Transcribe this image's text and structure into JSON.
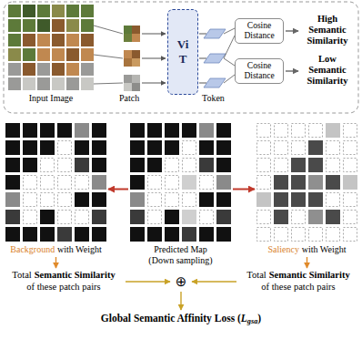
{
  "diagram": {
    "nodes": [
      {
        "text": [
          "Input Image"
        ]
      },
      {
        "text": [
          "ViT"
        ]
      },
      {
        "text": [
          "Cosine Distance"
        ]
      },
      {
        "text": [
          "High Semantic Similarity"
        ]
      },
      {
        "text": [
          "Cosine Distance"
        ]
      },
      {
        "text": [
          "Low Semantic Similarity"
        ]
      },
      {
        "text": [
          "Background",
          "with Weight"
        ]
      },
      {
        "text": [
          "Predicted Map (Down sampling)"
        ]
      },
      {
        "text": [
          "Saliency",
          "with Weight"
        ]
      },
      {
        "text": [
          "Total",
          "Semantic Similarity",
          "of these patch pairs"
        ]
      },
      {
        "text": [
          "Total",
          "Semantic Similarity",
          "of these patch pairs"
        ]
      },
      {
        "text": [
          "⊕"
        ]
      },
      {
        "text": [
          "Global Semantic Affinity Loss (",
          "L",
          "gsa",
          ")"
        ]
      }
    ],
    "edges": [
      {
        "from": 2,
        "to": 3,
        "arrow": "to"
      },
      {
        "from": 4,
        "to": 5,
        "arrow": "to"
      },
      {
        "from": 7,
        "to": 6,
        "arrow": "to"
      },
      {
        "from": 7,
        "to": 8,
        "arrow": "to"
      },
      {
        "from": 6,
        "to": 9,
        "arrow": "to"
      },
      {
        "from": 8,
        "to": 10,
        "arrow": "to"
      },
      {
        "from": 9,
        "to": 11,
        "arrow": "to"
      },
      {
        "from": 10,
        "to": 11,
        "arrow": "to"
      },
      {
        "from": 11,
        "to": 12,
        "arrow": "to"
      }
    ],
    "labels": [
      "Patch",
      "Token"
    ]
  }
}
